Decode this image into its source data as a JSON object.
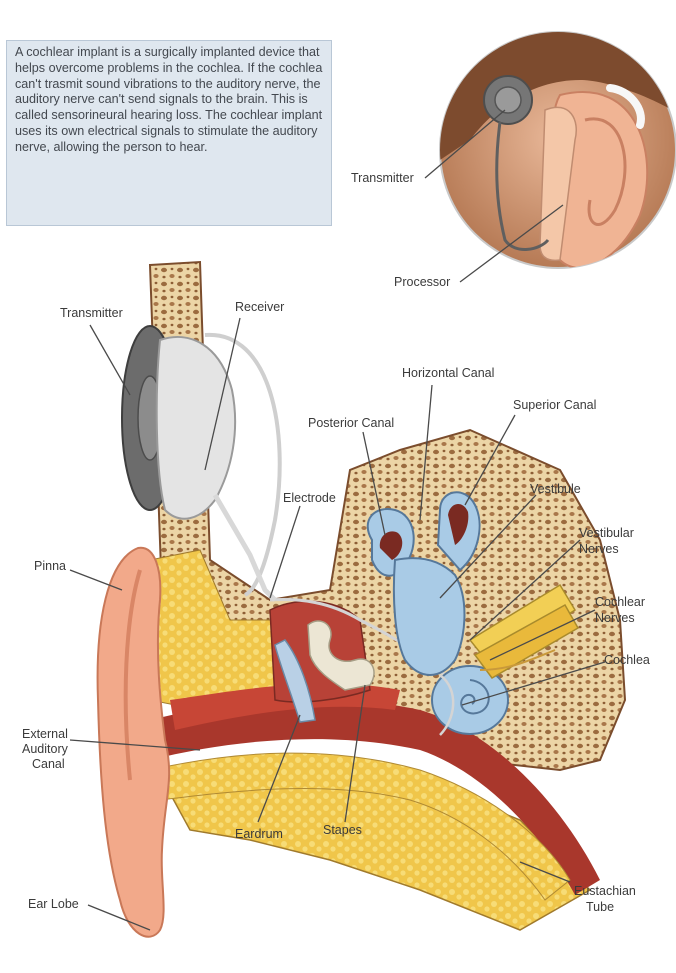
{
  "info_text": "A cochlear implant is a surgically implanted device that helps overcome problems in the cochlea. If the cochlea can't trasmit sound vibrations to the auditory nerve, the auditory nerve can't send signals to the brain. This is called sensorineural hearing loss. The cochlear implant uses its own electrical signals to stimulate the auditory nerve, allowing the person to hear.",
  "labels": {
    "inset_transmitter": "Transmitter",
    "processor": "Processor",
    "transmitter": "Transmitter",
    "receiver": "Receiver",
    "horizontal_canal": "Horizontal Canal",
    "superior_canal": "Superior Canal",
    "posterior_canal": "Posterior Canal",
    "electrode": "Electrode",
    "vestibule": "Vestibule",
    "vestibular_nerves_1": "Vestibular",
    "vestibular_nerves_2": "Nerves",
    "cochlear_nerves_1": "Cochlear",
    "cochlear_nerves_2": "Nerves",
    "cochlea": "Cochlea",
    "pinna": "Pinna",
    "external_canal_1": "External",
    "external_canal_2": "Auditory",
    "external_canal_3": "Canal",
    "eardrum": "Eardrum",
    "stapes": "Stapes",
    "eustachian_1": "Eustachian",
    "eustachian_2": "Tube",
    "ear_lobe": "Ear Lobe"
  },
  "colors": {
    "skin": "#f2a98a",
    "bone": "#e9d0a0",
    "fat": "#f2cf55",
    "canal": "#a9372c",
    "labyrinth": "#a9cbe6",
    "device": "#6c6c6c",
    "inset_hair": "#8a5637"
  }
}
